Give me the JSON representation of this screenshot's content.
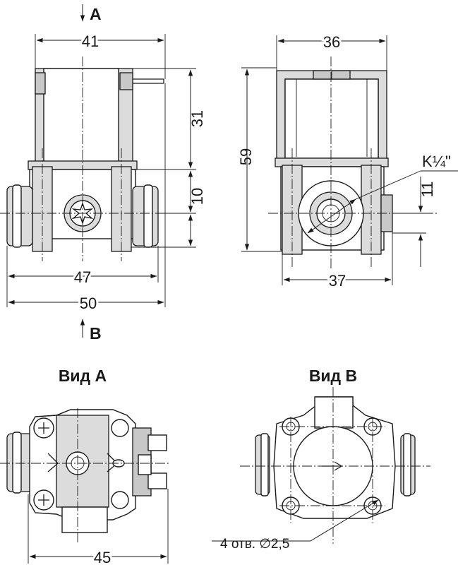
{
  "labels": {
    "view_a_marker": "A",
    "view_b_marker": "B",
    "view_a_title": "Вид A",
    "view_b_title": "Вид B",
    "thread": "K¼\"",
    "holes": "4 отв. ∅2,5"
  },
  "dims": {
    "top_width_left": "41",
    "coil_height": "31",
    "body_height": "10",
    "width_47": "47",
    "width_50": "50",
    "top_width_right": "36",
    "total_height": "59",
    "offset_11": "11",
    "width_37": "37",
    "width_45": "45"
  }
}
